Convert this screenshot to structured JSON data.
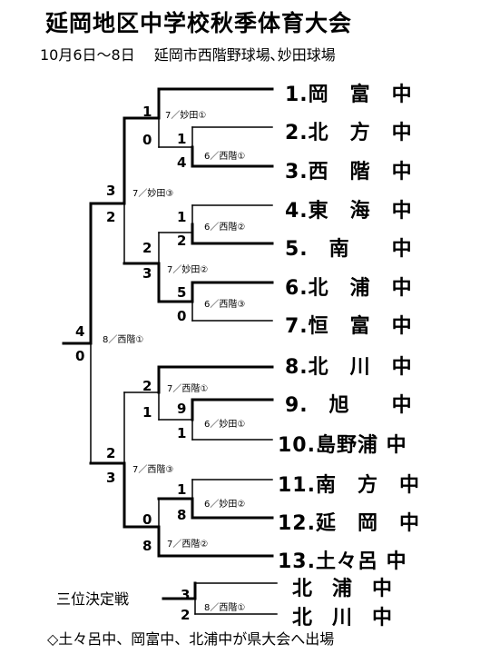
{
  "title": "延岡地区中学校秋季体育大会",
  "subtitle": "10月6日～8日　 延岡市西階野球場､妙田球場",
  "teams": [
    {
      "num": "1.",
      "name": "岡　富　中"
    },
    {
      "num": "2.",
      "name": "北　方　中"
    },
    {
      "num": "3.",
      "name": "西　階　中"
    },
    {
      "num": "4.",
      "name": "東　海　中"
    },
    {
      "num": "5.",
      "name": "　南　　中"
    },
    {
      "num": "6.",
      "name": "北　浦　中"
    },
    {
      "num": "7.",
      "name": "恒　富　中"
    },
    {
      "num": "8.",
      "name": "北　川　中"
    },
    {
      "num": "9.",
      "name": "　旭　　中"
    },
    {
      "num": "10.",
      "name": "島野浦 中"
    },
    {
      "num": "11.",
      "name": "南　方　中"
    },
    {
      "num": "12.",
      "name": "延　岡　中"
    },
    {
      "num": "13.",
      "name": "土々呂 中"
    }
  ],
  "scores": {
    "r1_m23_top": "1",
    "r1_m23_bot": "4",
    "r1_m45_top": "1",
    "r1_m45_bot": "2",
    "r1_m67_top": "5",
    "r1_m67_bot": "0",
    "r1_m910_top": "9",
    "r1_m910_bot": "1",
    "r1_m1112_top": "1",
    "r1_m1112_bot": "8",
    "r2_m1_top": "1",
    "r2_m1_bot": "0",
    "r2_m2_top": "2",
    "r2_m2_bot": "3",
    "r2_m3_top": "2",
    "r2_m3_bot": "1",
    "r2_m4_top": "0",
    "r2_m4_bot": "8",
    "sf_top_top": "3",
    "sf_top_bot": "2",
    "sf_bot_top": "2",
    "sf_bot_bot": "3",
    "final_top": "4",
    "final_bot": "0",
    "third_top": "3",
    "third_bot": "2"
  },
  "notes": {
    "n1": "7／妙田①",
    "n2": "6／西階①",
    "n3": "7／妙田③",
    "n4": "6／西階②",
    "n5": "7／妙田②",
    "n6": "6／西階③",
    "n7": "8／西階①",
    "n8": "7／西階①",
    "n9": "6／妙田①",
    "n10": "7／西階③",
    "n11": "6／妙田②",
    "n12": "7／西階②",
    "n13": "8／西階①"
  },
  "third_place": {
    "label": "三位決定戦",
    "team_top": "北　浦　中",
    "team_bot": "北　川　中"
  },
  "footer": "◇土々呂中、岡富中、北浦中が県大会へ出場"
}
